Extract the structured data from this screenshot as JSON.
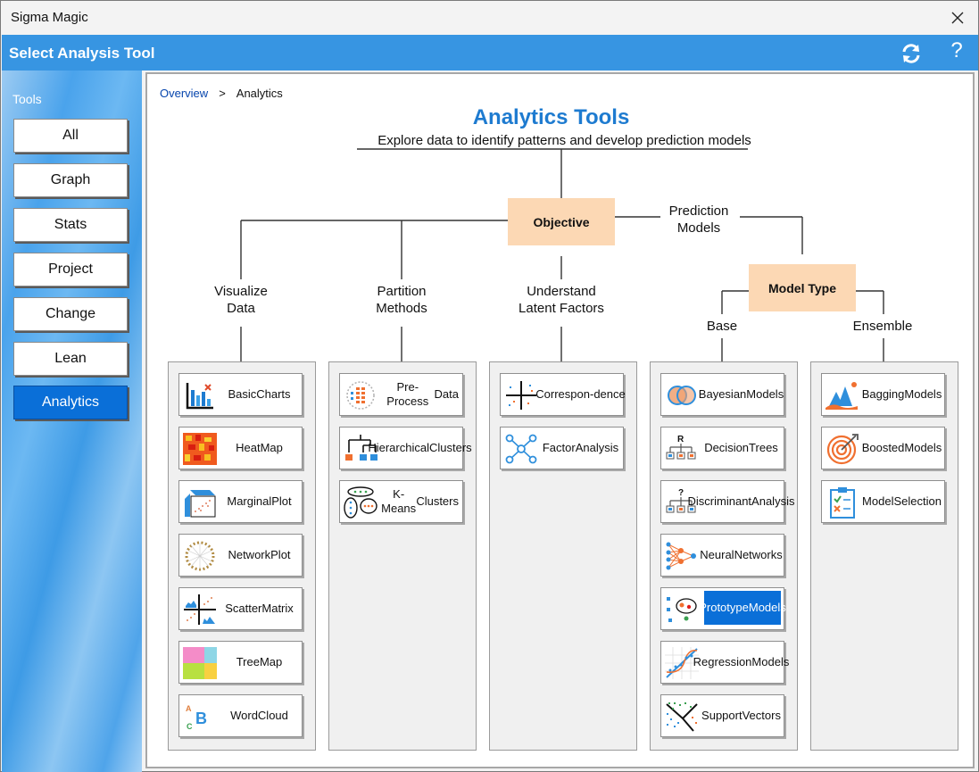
{
  "window": {
    "title": "Sigma Magic"
  },
  "header": {
    "title": "Select Analysis Tool",
    "refresh_icon": "refresh-icon",
    "help_label": "?"
  },
  "sidebar": {
    "label": "Tools",
    "items": [
      {
        "label": "All"
      },
      {
        "label": "Graph"
      },
      {
        "label": "Stats"
      },
      {
        "label": "Project"
      },
      {
        "label": "Change"
      },
      {
        "label": "Lean"
      },
      {
        "label": "Analytics",
        "active": true
      }
    ]
  },
  "breadcrumb": {
    "root": "Overview",
    "separator": ">",
    "current": "Analytics"
  },
  "main": {
    "title": "Analytics Tools",
    "subtitle": "Explore data to identify patterns and develop prediction models",
    "objective": "Objective",
    "model_type": "Model Type",
    "labels": {
      "visualize": [
        "Visualize",
        "Data"
      ],
      "partition": [
        "Partition",
        "Methods"
      ],
      "latent": [
        "Understand",
        "Latent Factors"
      ],
      "prediction": [
        "Prediction",
        "Models"
      ],
      "base": "Base",
      "ensemble": "Ensemble"
    }
  },
  "panels": {
    "visualize": [
      {
        "l1": "Basic",
        "l2": "Charts",
        "icon": "basic-charts-icon"
      },
      {
        "l1": "Heat",
        "l2": "Map",
        "icon": "heat-map-icon"
      },
      {
        "l1": "Marginal",
        "l2": "Plot",
        "icon": "marginal-plot-icon"
      },
      {
        "l1": "Network",
        "l2": "Plot",
        "icon": "network-plot-icon"
      },
      {
        "l1": "Scatter",
        "l2": "Matrix",
        "icon": "scatter-matrix-icon"
      },
      {
        "l1": "Tree",
        "l2": "Map",
        "icon": "tree-map-icon"
      },
      {
        "l1": "Word",
        "l2": "Cloud",
        "icon": "word-cloud-icon"
      }
    ],
    "partition": [
      {
        "l1": "Pre-Process",
        "l2": "Data",
        "icon": "pre-process-icon"
      },
      {
        "l1": "Hierarchical",
        "l2": "Clusters",
        "icon": "hierarchical-clusters-icon"
      },
      {
        "l1": "K-Means",
        "l2": "Clusters",
        "icon": "k-means-icon"
      }
    ],
    "latent": [
      {
        "l1": "Correspon-",
        "l2": "dence",
        "icon": "correspondence-icon"
      },
      {
        "l1": "Factor",
        "l2": "Analysis",
        "icon": "factor-analysis-icon"
      }
    ],
    "base": [
      {
        "l1": "Bayesian",
        "l2": "Models",
        "icon": "bayesian-icon"
      },
      {
        "l1": "Decision",
        "l2": "Trees",
        "icon": "decision-trees-icon"
      },
      {
        "l1": "Discriminant",
        "l2": "Analysis",
        "icon": "discriminant-icon"
      },
      {
        "l1": "Neural",
        "l2": "Networks",
        "icon": "neural-networks-icon"
      },
      {
        "l1": "Prototype",
        "l2": "Models",
        "icon": "prototype-icon",
        "selected": true
      },
      {
        "l1": "Regression",
        "l2": "Models",
        "icon": "regression-icon"
      },
      {
        "l1": "Support",
        "l2": "Vectors",
        "icon": "support-vectors-icon"
      }
    ],
    "ensemble": [
      {
        "l1": "Bagging",
        "l2": "Models",
        "icon": "bagging-icon"
      },
      {
        "l1": "Boosted",
        "l2": "Models",
        "icon": "boosted-icon"
      },
      {
        "l1": "Model",
        "l2": "Selection",
        "icon": "model-selection-icon"
      }
    ]
  },
  "colors": {
    "header": "#3795e2",
    "accent": "#0a6fd8",
    "box": "#fcd8b4",
    "title": "#1e7bd0"
  }
}
